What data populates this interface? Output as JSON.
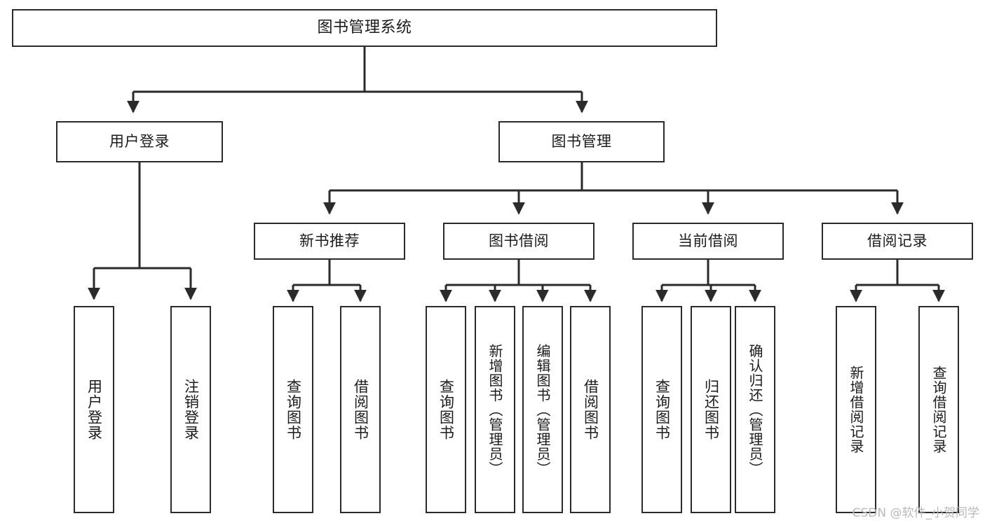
{
  "diagram": {
    "type": "tree",
    "title": "图书管理系统",
    "root": {
      "label": "图书管理系统"
    },
    "level2": [
      {
        "label": "用户登录"
      },
      {
        "label": "图书管理"
      }
    ],
    "level3": [
      {
        "label": "新书推荐"
      },
      {
        "label": "图书借阅"
      },
      {
        "label": "当前借阅"
      },
      {
        "label": "借阅记录"
      }
    ],
    "leaves": {
      "user_login": [
        {
          "label": "用户登录"
        },
        {
          "label": "注销登录"
        }
      ],
      "new_book_rec": [
        {
          "label": "查询图书"
        },
        {
          "label": "借阅图书"
        }
      ],
      "book_borrow": [
        {
          "label": "查询图书"
        },
        {
          "label": "新增图书（管理员）"
        },
        {
          "label": "编辑图书（管理员）"
        },
        {
          "label": "借阅图书"
        }
      ],
      "current_borrow": [
        {
          "label": "查询图书"
        },
        {
          "label": "归还图书"
        },
        {
          "label": "确认归还（管理员）"
        }
      ],
      "borrow_record": [
        {
          "label": "新增借阅记录"
        },
        {
          "label": "查询借阅记录"
        }
      ]
    }
  },
  "watermark": {
    "text": "CSDN @软件_小贺同学"
  },
  "colors": {
    "stroke": "#2b2b2b",
    "fill": "#ffffff",
    "text": "#1b1b1b",
    "watermark": "#b9b9b9"
  }
}
